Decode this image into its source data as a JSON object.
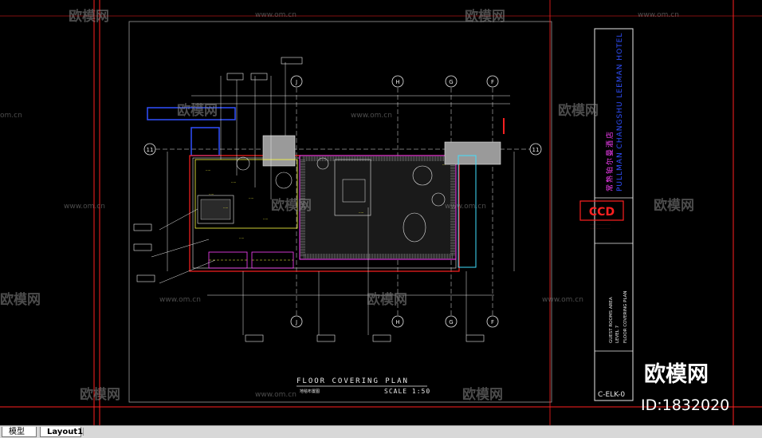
{
  "drawing": {
    "title_main": "FLOOR   COVERING   PLAN",
    "title_cn": "地毯布置图",
    "scale": "SCALE 1:50",
    "grid_labels": [
      "J",
      "H",
      "G",
      "F",
      "11"
    ],
    "grid_label_j": "J",
    "grid_label_h": "H",
    "grid_label_g": "G",
    "grid_label_f": "F",
    "grid_label_11": "11"
  },
  "title_block": {
    "project_en": "PULLMAN CHANGSHU LEEMAN HOTEL",
    "project_cn": "常熟铂尔曼酒店",
    "logo": "CCD",
    "sheet_text_1": "GUEST ROOMS AREA",
    "sheet_text_2": "LEVEL 7",
    "sheet_text_3": "FLOOR COVERING PLAN",
    "drawing_no": "C-ELK-0"
  },
  "watermarks": {
    "brand": "欧模网",
    "site": "www.om.cn",
    "site_short": "om.cn",
    "id": "ID:1832020"
  },
  "tabs": {
    "model": "模型",
    "layout1": "Layout1"
  },
  "colors": {
    "background": "#000000",
    "frame_red": "#ff2020",
    "line_yellow": "#ffff40",
    "line_cyan": "#40e0ff",
    "line_blue": "#3050ff",
    "line_white": "#e8e8e8",
    "line_magenta": "#ff40ff",
    "hatch_gray": "#9a9a9a"
  }
}
